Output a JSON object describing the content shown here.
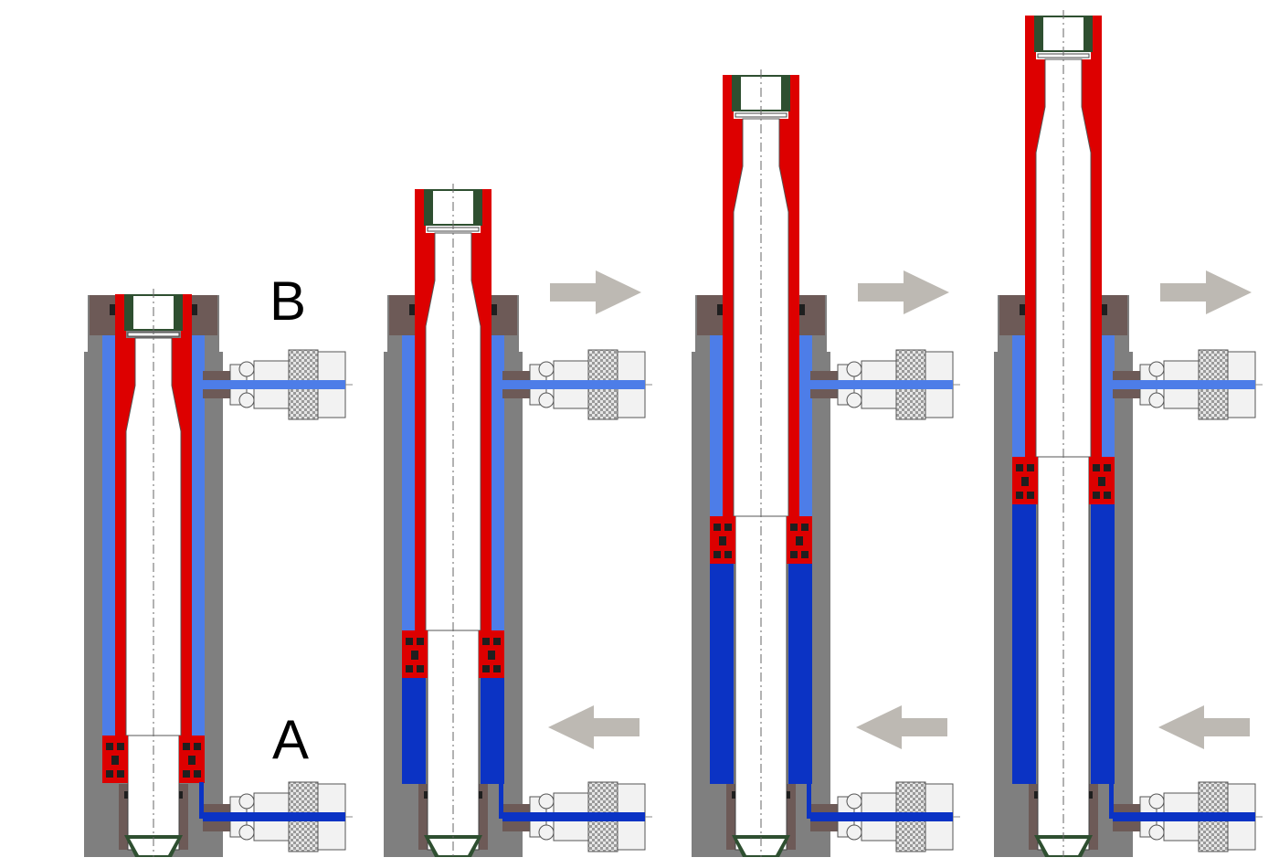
{
  "labels": {
    "port_b": "B",
    "port_a": "A"
  },
  "colors": {
    "background": "#ffffff",
    "cylinder_body": "#7f7f7f",
    "cylinder_body_edge": "#6b6b6b",
    "gland": "#6d5a57",
    "piston_rod": "#dd0000",
    "seal": "#1f1f1f",
    "wiper": "#2e4f30",
    "fluid_low_pressure": "#4d7de8",
    "fluid_high_pressure": "#0b33c4",
    "bore": "#ffffff",
    "fitting": "#f2f2f2",
    "fitting_edge": "#555555",
    "nut_hatch": "#bdbdbd",
    "arrow": "#bdb9b3",
    "text": "#000000"
  },
  "stages": [
    {
      "name": "retracted",
      "extension": 0.0,
      "arrows": false
    },
    {
      "name": "extending",
      "extension": 0.25,
      "arrows": true
    },
    {
      "name": "extending",
      "extension": 0.5,
      "arrows": true
    },
    {
      "name": "extended",
      "extension": 0.75,
      "arrows": true
    }
  ],
  "flow_arrows": {
    "upper": "outflow",
    "lower": "inflow"
  }
}
